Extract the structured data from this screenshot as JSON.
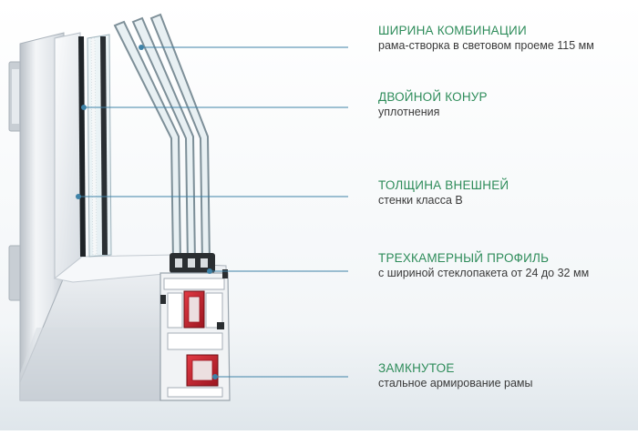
{
  "colors": {
    "heading": "#2e8c5a",
    "subtext": "#3a3a3a",
    "leader_line": "#3f83a8",
    "reinforcement": "#c41e2a",
    "frame_white": "#eef0f2",
    "glass_tint": "#e6f1f4"
  },
  "callouts": [
    {
      "heading": "ШИРИНА КОМБИНАЦИИ",
      "text": "рама-створка в световом проеме 115 мм"
    },
    {
      "heading": "ДВОЙНОЙ КОНУР",
      "text": "уплотнения"
    },
    {
      "heading": "ТОЛЩИНА ВНЕШНЕЙ",
      "text": "стенки класса В"
    },
    {
      "heading": "ТРЕХКАМЕРНЫЙ ПРОФИЛЬ",
      "text": "с шириной стеклопакета от 24 до 32 мм"
    },
    {
      "heading": "ЗАМКНУТОЕ",
      "text": "стальное армирование рамы"
    }
  ]
}
